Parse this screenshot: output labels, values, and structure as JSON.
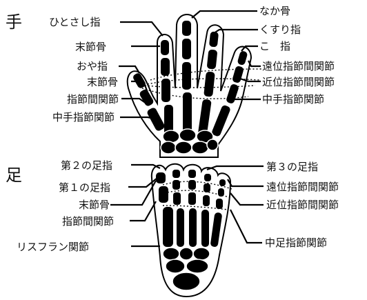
{
  "hand": {
    "title": "手",
    "labels": {
      "index_finger": "ひとさし指",
      "middle_finger": "なか骨",
      "ring_finger": "くすり指",
      "little_finger": "こ　指",
      "distal_phalanx_upper": "末節骨",
      "thumb": "おや指",
      "distal_phalanx_lower": "末節骨",
      "ip_joint": "指節間関節",
      "mcp_joint_left": "中手指節関節",
      "dip_joint": "遠位指節間関節",
      "pip_joint": "近位指節間関節",
      "mcp_joint_right": "中手指節関節"
    }
  },
  "foot": {
    "title": "足",
    "labels": {
      "second_toe": "第２の足指",
      "first_toe": "第１の足指",
      "distal_phalanx": "末節骨",
      "ip_joint": "指節間関節",
      "lisfranc_joint": "リスフラン関節",
      "third_toe": "第３の足指",
      "dip_joint": "遠位指節間関節",
      "pip_joint": "近位指節間関節",
      "mtp_joint": "中足指節関節"
    }
  }
}
